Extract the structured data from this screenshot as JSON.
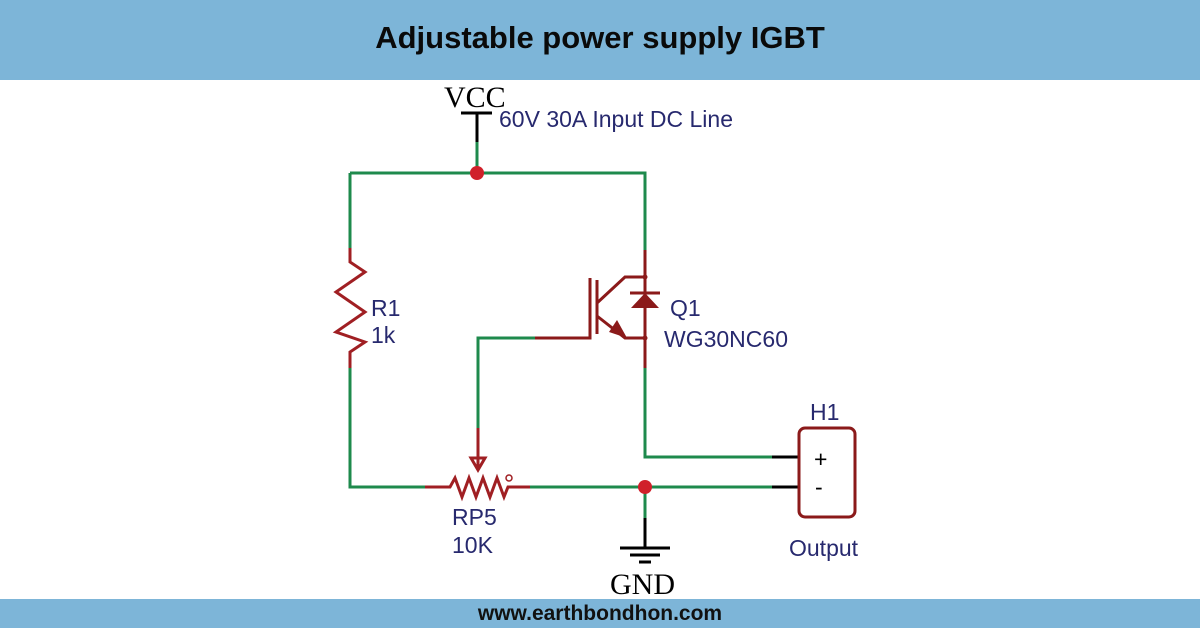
{
  "header": {
    "title": "Adjustable power supply IGBT"
  },
  "footer": {
    "website": "www.earthbondhon.com"
  },
  "colors": {
    "band": "#7db5d8",
    "wire": "#1e8a4c",
    "component": "#8b1a1a",
    "junction": "#d0202a",
    "label": "#27296e"
  },
  "schematic": {
    "vcc": {
      "name": "VCC",
      "note": "60V 30A Input DC Line"
    },
    "r1": {
      "ref": "R1",
      "value": "1k"
    },
    "q1": {
      "ref": "Q1",
      "value": "WG30NC60"
    },
    "rp5": {
      "ref": "RP5",
      "value": "10K"
    },
    "gnd": {
      "name": "GND"
    },
    "h1": {
      "ref": "H1",
      "pin_plus": "+",
      "pin_minus": "-",
      "label": "Output"
    }
  }
}
